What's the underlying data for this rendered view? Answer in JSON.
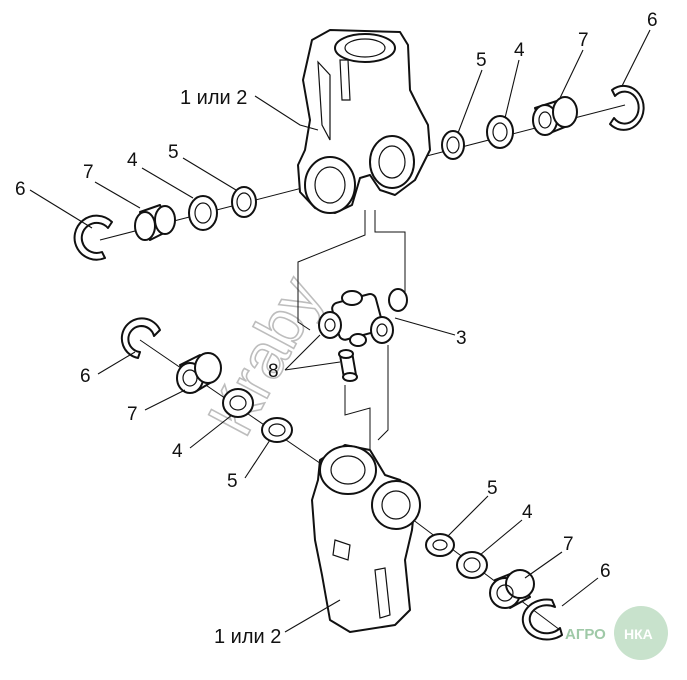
{
  "labels": {
    "yoke_top": "1 или 2",
    "yoke_bottom": "1 или 2",
    "spider": "3",
    "seal": "4",
    "washer": "5",
    "circlip": "6",
    "bearing": "7",
    "grease_nipple": "8"
  },
  "watermark": "Kraby",
  "logo": {
    "left": "АГРО",
    "right": "НКА"
  },
  "colors": {
    "line": "#111111",
    "logo_green": "#a9d0b1",
    "logo_circle": "#c8e2cc"
  }
}
